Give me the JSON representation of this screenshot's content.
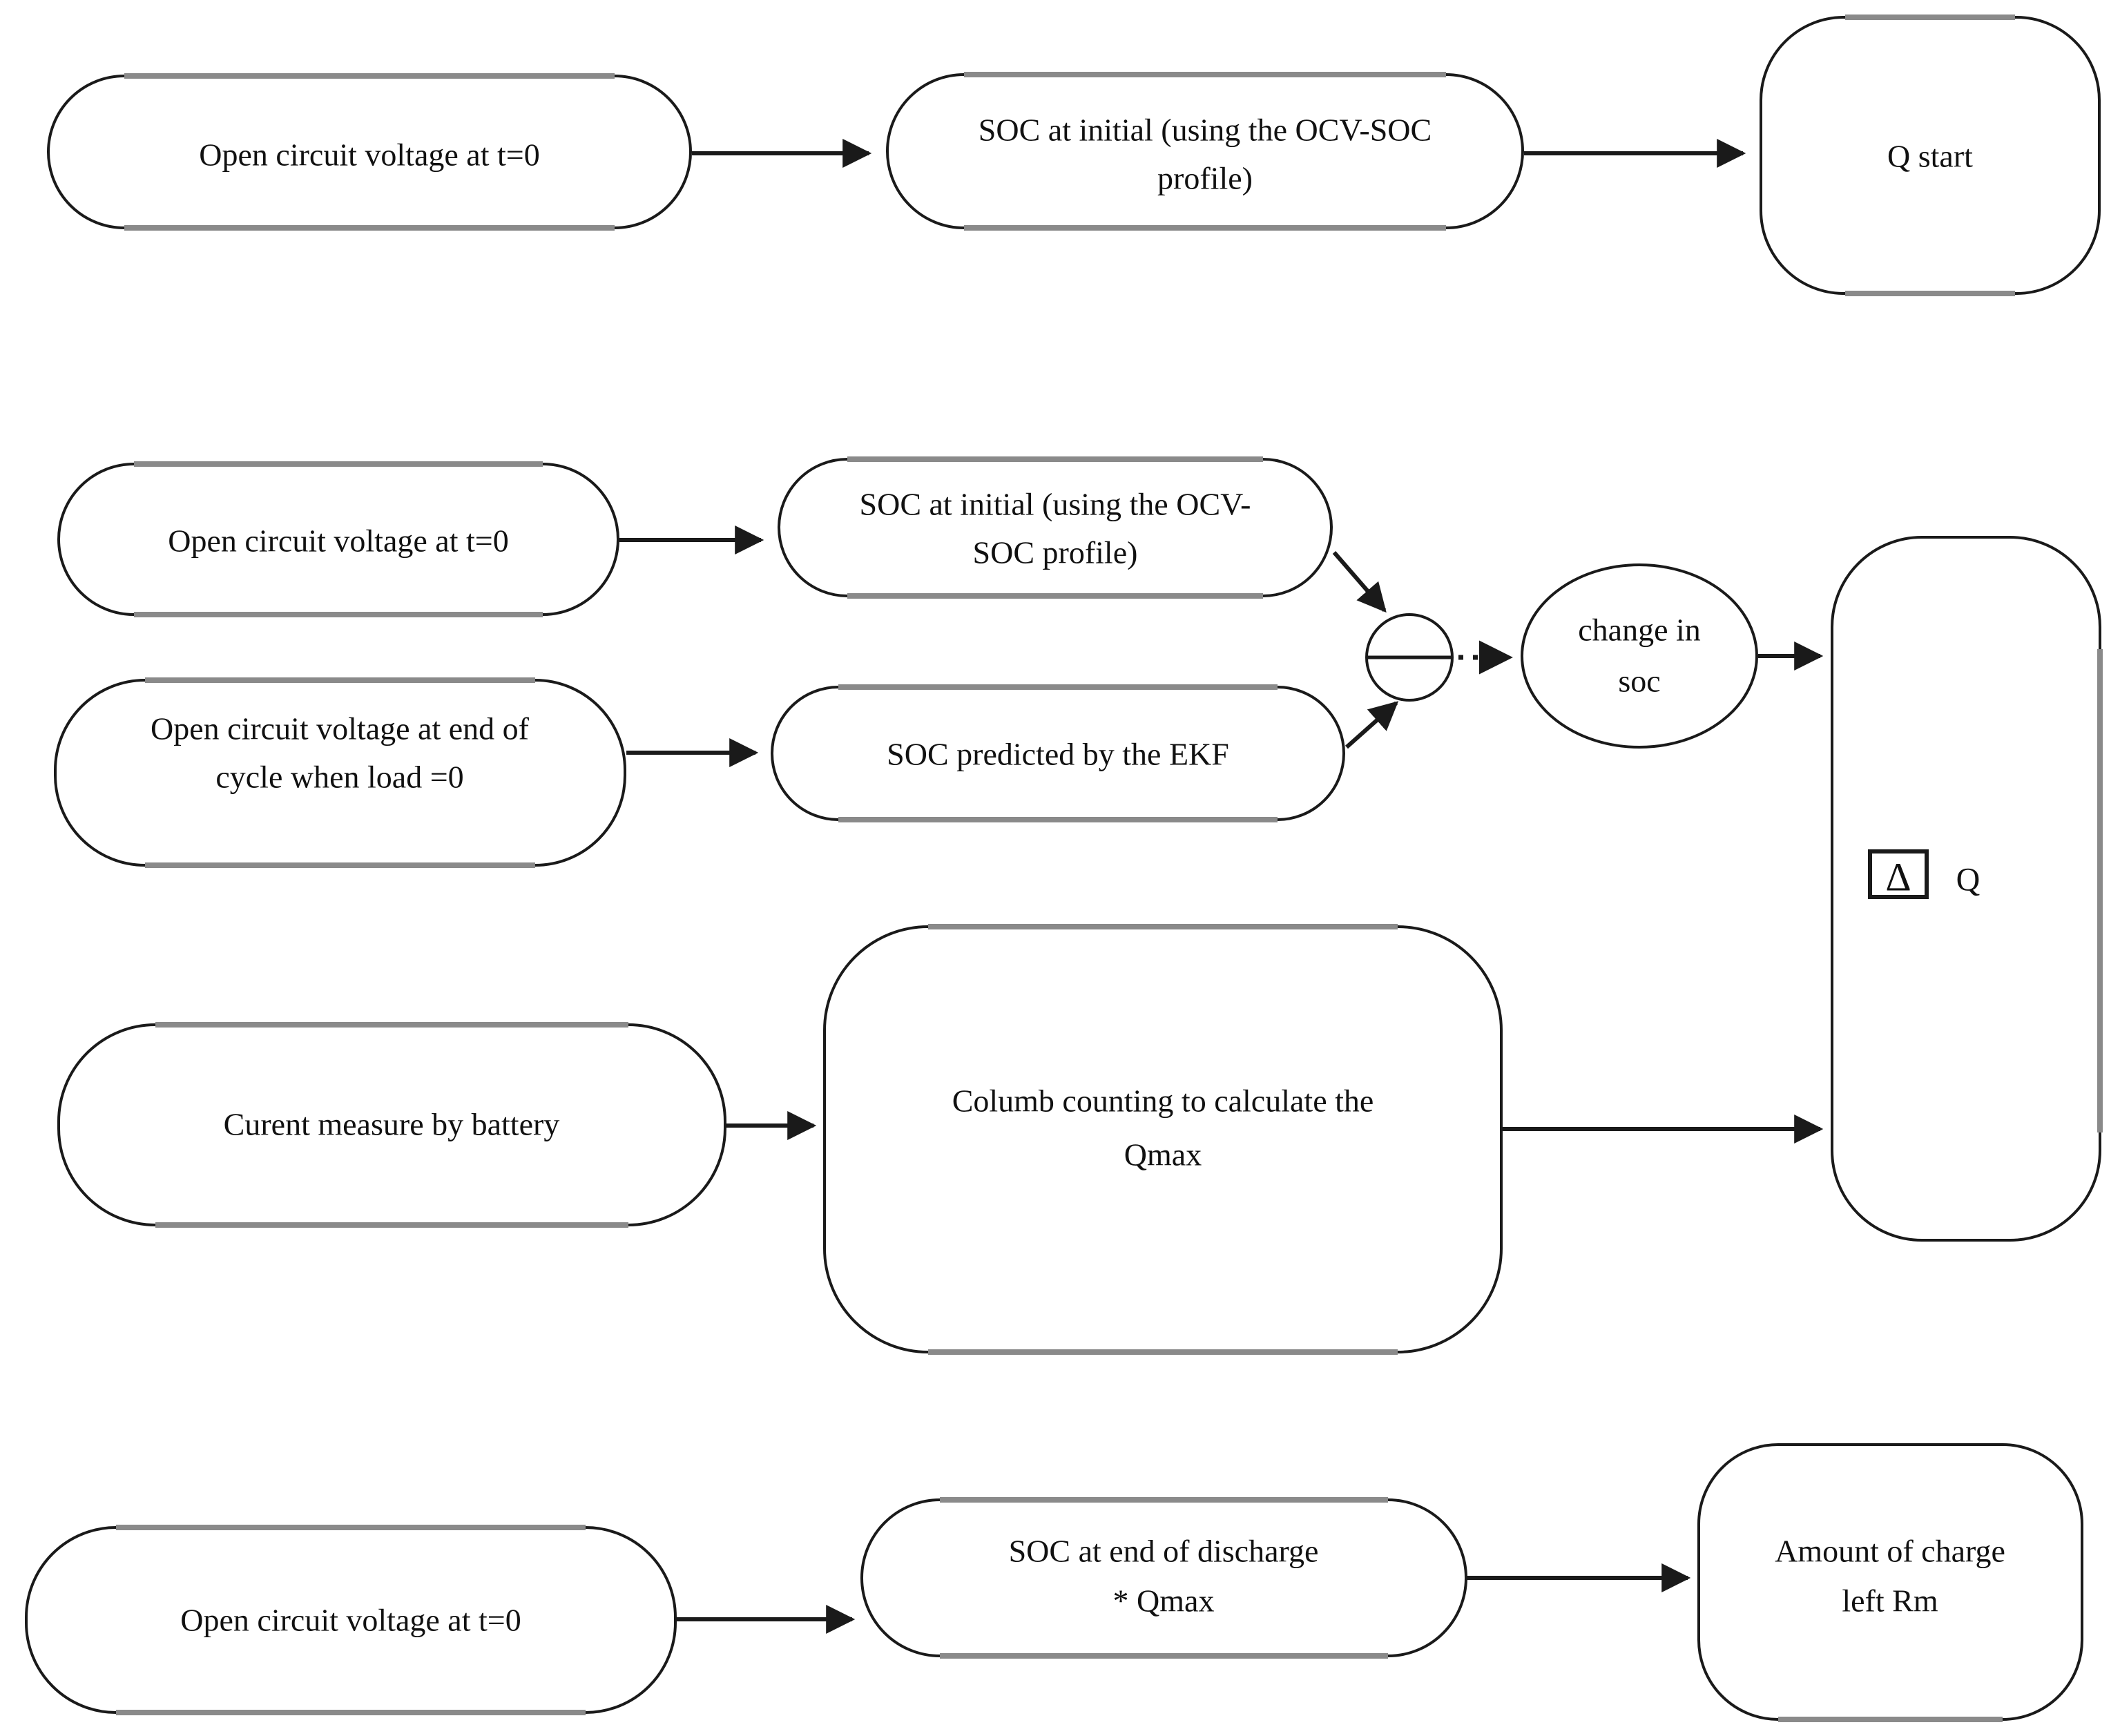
{
  "diagram": {
    "type": "flowchart",
    "nodes": {
      "row1": {
        "ocv_t0": {
          "label": "Open circuit voltage at t=0"
        },
        "soc_initial": {
          "line1": "SOC at initial (using the OCV-SOC",
          "line2": "profile)"
        },
        "q_start": {
          "label": "Q start"
        }
      },
      "row2": {
        "ocv_t0": {
          "label": "Open circuit voltage at t=0"
        },
        "soc_initial": {
          "line1": "SOC at initial (using the OCV-",
          "line2": "SOC profile)"
        },
        "ocv_end_cycle": {
          "line1": "Open circuit voltage at end of",
          "line2": "cycle when load =0"
        },
        "soc_ekf": {
          "label": "SOC predicted by the EKF"
        },
        "change_in_soc": {
          "line1": "change in",
          "line2": "soc"
        },
        "delta_q": {
          "delta": "Δ",
          "q": "Q"
        }
      },
      "row3": {
        "current_measure": {
          "label": "Curent measure by battery"
        },
        "coulomb_counting": {
          "line1": "Columb counting to calculate the",
          "line2": "Qmax"
        }
      },
      "row4": {
        "ocv_t0": {
          "label": "Open circuit voltage at t=0"
        },
        "soc_discharge": {
          "line1": "SOC at end of discharge",
          "line2": "* Qmax"
        },
        "amount_charge": {
          "line1": "Amount of charge",
          "line2": "left Rm"
        }
      }
    },
    "colors": {
      "stroke": "#1a1a1a",
      "fill": "#ffffff",
      "accent_gray": "#8a8a8a",
      "background": "#ffffff"
    }
  }
}
